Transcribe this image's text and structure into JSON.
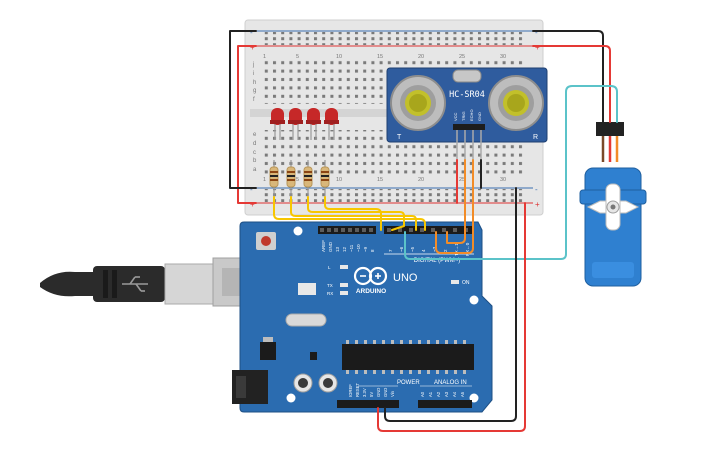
{
  "sensor": {
    "model": "HC-SR04",
    "pins": [
      "VCC",
      "TRIG",
      "ECHO",
      "GND"
    ],
    "left_mark": "T",
    "right_mark": "R"
  },
  "breadboard": {
    "rail_plus": "+",
    "rail_minus": "-",
    "row_letters_top": [
      "f",
      "g",
      "h",
      "i",
      "j"
    ],
    "row_letters_bottom": [
      "a",
      "b",
      "c",
      "d",
      "e"
    ],
    "column_numbers": [
      "1",
      "5",
      "10",
      "15",
      "20",
      "25",
      "30"
    ]
  },
  "arduino": {
    "brand": "ARDUINO",
    "model": "UNO",
    "digital_label": "DIGITAL (PWM~)",
    "power_label": "POWER",
    "analog_label": "ANALOG IN",
    "on_label": "ON",
    "led_labels": [
      "L",
      "TX",
      "RX"
    ],
    "top_pins": [
      "AREF",
      "GND",
      "13",
      "12",
      "~11",
      "~10",
      "~9",
      "8",
      "7",
      "~6",
      "~5",
      "4",
      "~3",
      "2",
      "TX→1",
      "RX←0"
    ],
    "power_pins": [
      "IOREF",
      "RESET",
      "3.3V",
      "5V",
      "GND",
      "GND",
      "Vin"
    ],
    "analog_pins": [
      "A0",
      "A1",
      "A2",
      "A3",
      "A4",
      "A5"
    ]
  },
  "leds": {
    "count": 4,
    "color": "#c62828"
  },
  "colors": {
    "board_blue": "#2b6cb0",
    "sensor_blue": "#2f5c9e",
    "wire_red": "#e53935",
    "wire_black": "#222222",
    "wire_yellow": "#f7c600",
    "wire_orange": "#f28c28",
    "wire_cyan": "#5bc3c9",
    "servo_blue": "#2f80d0"
  }
}
